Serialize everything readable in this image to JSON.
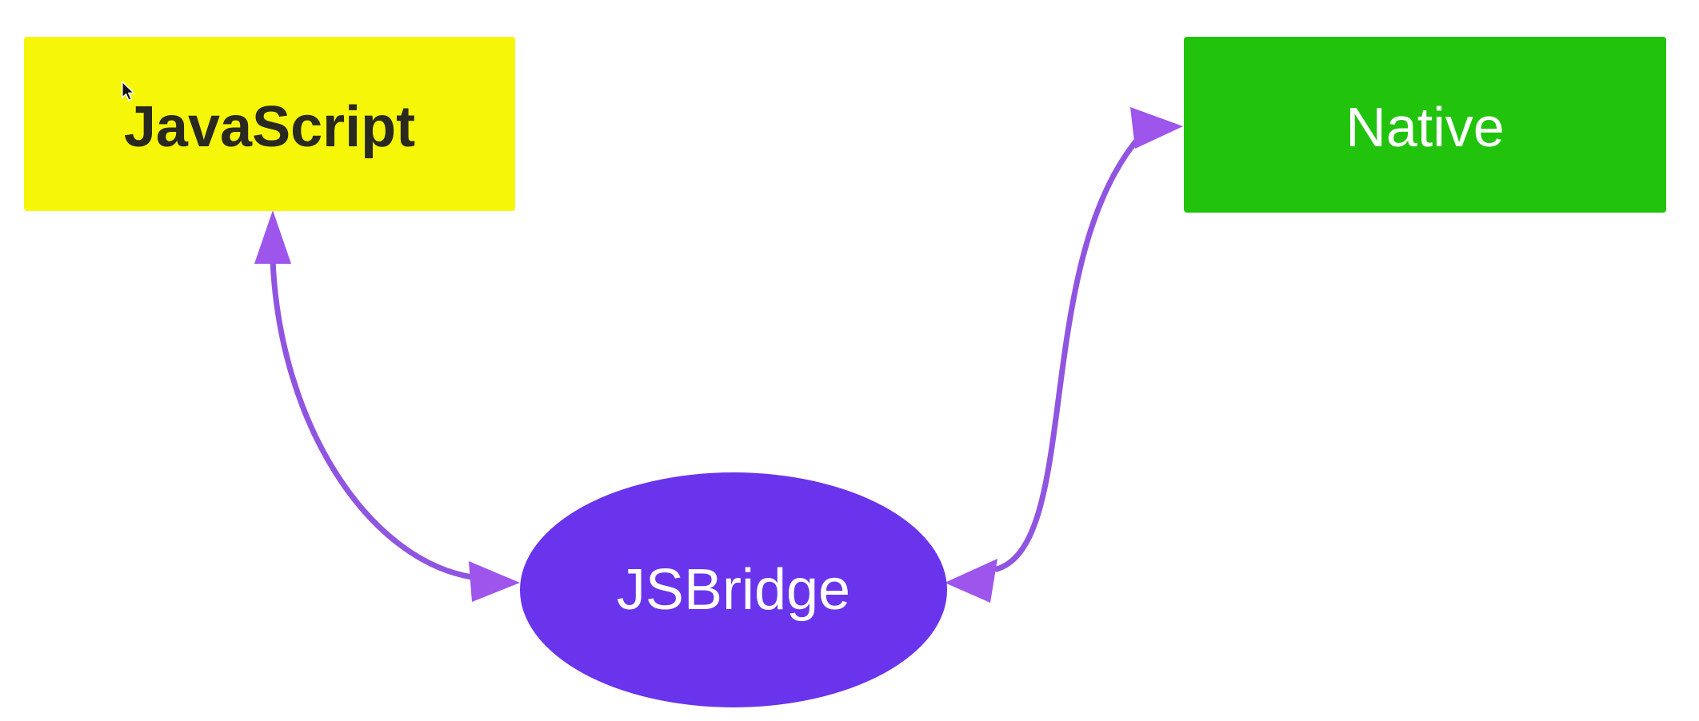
{
  "canvas": {
    "background": "#ffffff"
  },
  "nodes": {
    "javascript": {
      "label": "JavaScript",
      "shape": "rectangle",
      "fill": "#f6f609",
      "text_color": "#29291f"
    },
    "native": {
      "label": "Native",
      "shape": "rectangle",
      "fill": "#21c30d",
      "text_color": "#ffffff"
    },
    "jsbridge": {
      "label": "JSBridge",
      "shape": "ellipse",
      "fill": "#6a34ec",
      "text_color": "#ffffff"
    }
  },
  "edges": {
    "stroke_color": "#9055e0",
    "arrowhead_color": "#9d55ec",
    "javascript_jsbridge": {
      "from": "JavaScript",
      "to": "JSBridge",
      "bidirectional": true,
      "style": "curved"
    },
    "jsbridge_native": {
      "from": "JSBridge",
      "to": "Native",
      "bidirectional": true,
      "style": "curved"
    }
  },
  "cursor": {
    "type": "arrow-pointer",
    "fill": "#111111",
    "outline": "#ffffff"
  }
}
